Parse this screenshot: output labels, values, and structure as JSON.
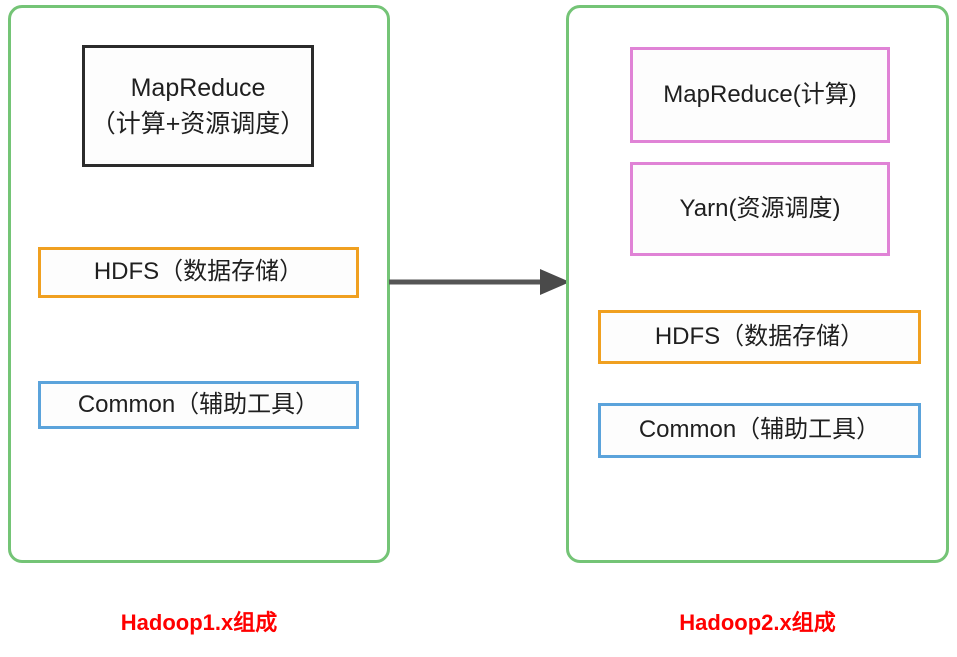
{
  "diagram": {
    "title_left": "Hadoop1.x组成",
    "title_right": "Hadoop2.x组成",
    "arrow": {
      "name": "evolution-arrow",
      "direction": "left-to-right",
      "color": "#555555"
    },
    "colors": {
      "panel_border": "#74c476",
      "black_box": "#2b2b2b",
      "orange_box": "#f0a020",
      "blue_box": "#5ba3db",
      "pink_box": "#e083d6",
      "caption_text": "#ff0000",
      "background": "#ffffff"
    },
    "left_panel": {
      "caption": "Hadoop1.x组成",
      "boxes": [
        {
          "id": "mapreduce",
          "color": "black",
          "line1": "MapReduce",
          "line2": "（计算+资源调度）"
        },
        {
          "id": "hdfs",
          "color": "orange",
          "line1": "HDFS（数据存储）",
          "line2": ""
        },
        {
          "id": "common",
          "color": "blue",
          "line1": "Common（辅助工具）",
          "line2": ""
        }
      ]
    },
    "right_panel": {
      "caption": "Hadoop2.x组成",
      "boxes": [
        {
          "id": "mapreduce",
          "color": "pink",
          "line1": "MapReduce(计算)",
          "line2": ""
        },
        {
          "id": "yarn",
          "color": "pink",
          "line1": "Yarn(资源调度)",
          "line2": ""
        },
        {
          "id": "hdfs",
          "color": "orange",
          "line1": "HDFS（数据存储）",
          "line2": ""
        },
        {
          "id": "common",
          "color": "blue",
          "line1": "Common（辅助工具）",
          "line2": ""
        }
      ]
    }
  }
}
